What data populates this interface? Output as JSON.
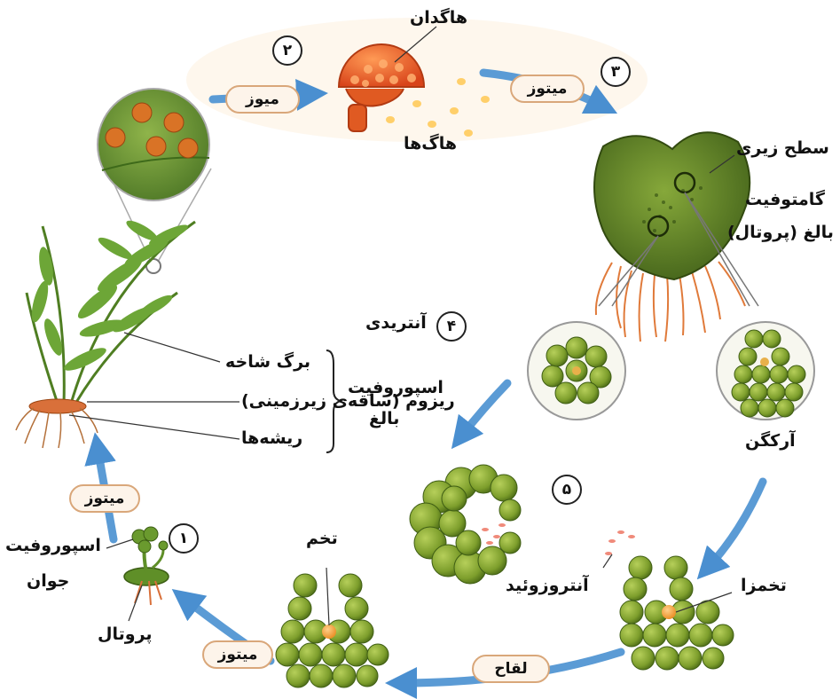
{
  "labels": {
    "hagdan": "هاگدان",
    "hagha": "هاگ‌ها",
    "sath_ziri": "سطح زیری",
    "gametophyte_line1": "گامتوفیت",
    "gametophyte_line2": "بالغ (پروتال)",
    "antheridi": "آنتریدی",
    "arkegon": "آرکگن",
    "antherozoid": "آنتروزوئید",
    "tokhmza": "تخمزا",
    "tokhm": "تخم",
    "sporophyte_young_line1": "اسپوروفیت",
    "sporophyte_young_line2": "جوان",
    "protal": "پروتال",
    "barg_shakhe": "برگ شاخه",
    "rizom": "ریزوم (ساقه‌ی زیرزمینی)",
    "risheha": "ریشه‌ها",
    "sporophyte_adult_line1": "اسپوروفیت",
    "sporophyte_adult_line2": "بالغ"
  },
  "steps": {
    "meioz": "میوز",
    "mitoz_top": "میتوز",
    "laghah": "لقاح",
    "mitoz_bottom": "میتوز",
    "mitoz_left": "میتوز"
  },
  "numbers": {
    "n1": "۱",
    "n2": "۲",
    "n3": "۳",
    "n4": "۴",
    "n5": "۵"
  },
  "colors": {
    "arrow": "#5b9bd5",
    "cell_green": "#7d9e2c",
    "cell_dark": "#4f6e18",
    "spore_orange": "#e98a1f",
    "sporangium_red": "#e2521d",
    "leaf_green": "#5c8c2a",
    "root_orange": "#d9703a"
  },
  "icons": {
    "cycle_arrow": "arrow-icon",
    "sporangium": "sporangium-icon",
    "fern": "fern-plant-icon",
    "prothallus": "prothallus-icon",
    "cell_mass": "cell-cluster-icon"
  }
}
